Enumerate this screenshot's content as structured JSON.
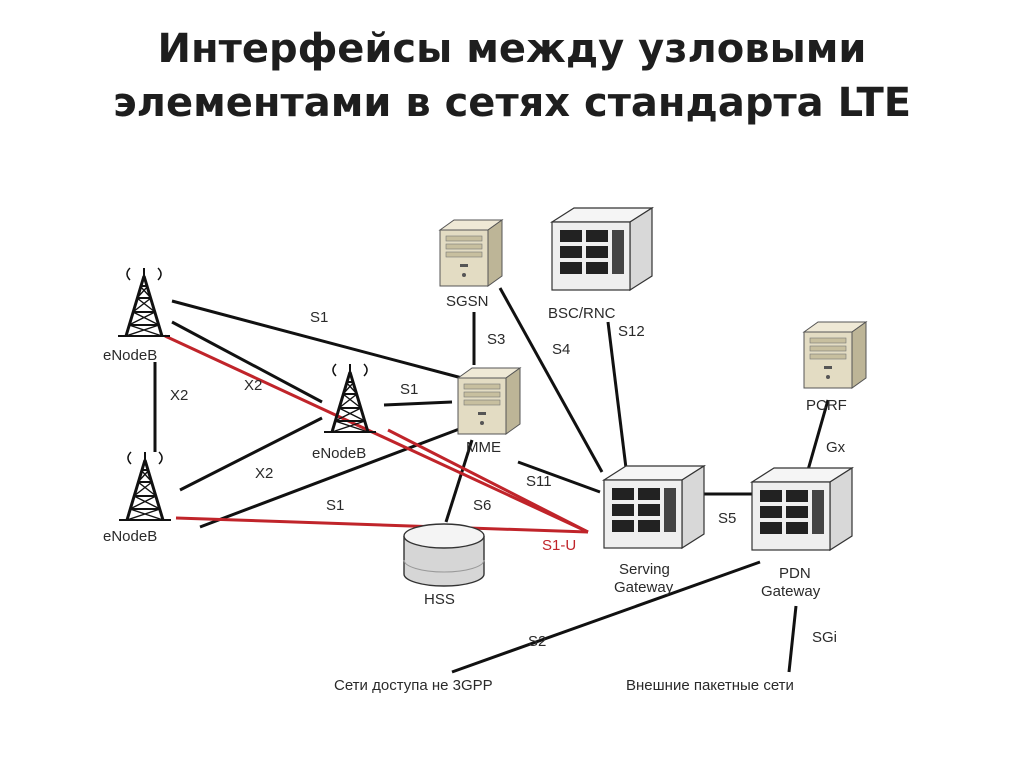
{
  "title": {
    "line1": "Интерфейсы между узловыми",
    "line2": "элементами в сетях стандарта LTE"
  },
  "colors": {
    "link": "#111111",
    "user_plane": "#c0242a",
    "server_body": "#d9d2b8",
    "gateway_body": "#f2f2f2"
  },
  "nodes": {
    "enodeb1": {
      "label": "eNodeB",
      "icon": "cell-tower-icon"
    },
    "enodeb2": {
      "label": "eNodeB",
      "icon": "cell-tower-icon"
    },
    "enodeb3": {
      "label": "eNodeB",
      "icon": "cell-tower-icon"
    },
    "sgsn": {
      "label": "SGSN",
      "icon": "server-icon"
    },
    "bsc_rnc": {
      "label": "BSC/RNC",
      "icon": "rack-server-icon"
    },
    "mme": {
      "label": "MME",
      "icon": "server-icon"
    },
    "pcrf": {
      "label": "PCRF",
      "icon": "server-icon"
    },
    "hss": {
      "label": "HSS",
      "icon": "database-icon"
    },
    "sgw": {
      "label_line1": "Serving",
      "label_line2": "Gateway",
      "icon": "gateway-rack-icon"
    },
    "pgw": {
      "label_line1": "PDN",
      "label_line2": "Gateway",
      "icon": "gateway-rack-icon"
    }
  },
  "interfaces": {
    "s1_top": "S1",
    "x2_left": "X2",
    "x2_upper": "X2",
    "x2_lower": "X2",
    "s1_mid": "S1",
    "s1_bottom": "S1",
    "s3": "S3",
    "s4": "S4",
    "s12": "S12",
    "s6": "S6",
    "s11": "S11",
    "s1u": "S1-U",
    "s5": "S5",
    "gx": "Gx",
    "s2": "S2",
    "sgi": "SGi"
  },
  "external": {
    "non_3gpp": "Сети доступа не 3GPP",
    "pdn_networks": "Внешние пакетные сети"
  }
}
